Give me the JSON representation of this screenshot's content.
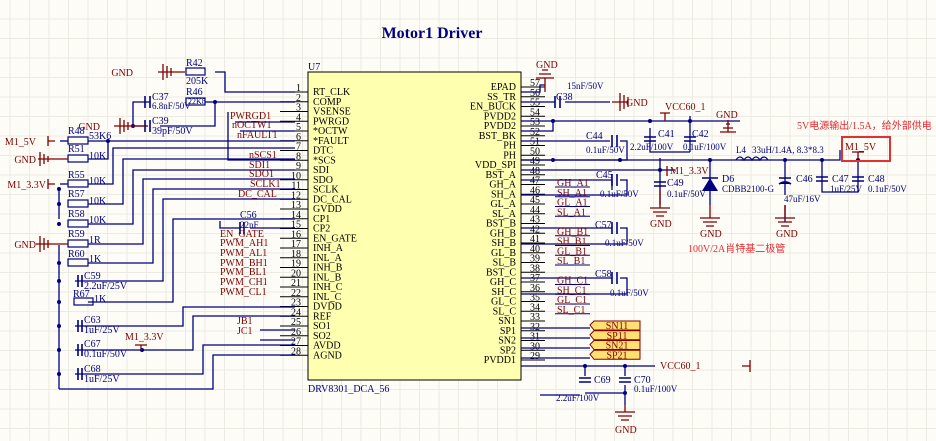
{
  "title": "Motor1 Driver",
  "ic": {
    "designator": "U7",
    "part": "DRV8301_DCA_56",
    "left_pins": [
      {
        "num": "1",
        "name": "RT_CLK"
      },
      {
        "num": "2",
        "name": "COMP"
      },
      {
        "num": "3",
        "name": "VSENSE"
      },
      {
        "num": "4",
        "name": "PWRGD"
      },
      {
        "num": "5",
        "name": "*OCTW"
      },
      {
        "num": "6",
        "name": "*FAULT"
      },
      {
        "num": "7",
        "name": "DTC"
      },
      {
        "num": "8",
        "name": "*SCS"
      },
      {
        "num": "9",
        "name": "SDI"
      },
      {
        "num": "10",
        "name": "SDO"
      },
      {
        "num": "11",
        "name": "SCLK"
      },
      {
        "num": "12",
        "name": "DC_CAL"
      },
      {
        "num": "13",
        "name": "GVDD"
      },
      {
        "num": "14",
        "name": "CP1"
      },
      {
        "num": "15",
        "name": "CP2"
      },
      {
        "num": "16",
        "name": "EN_GATE"
      },
      {
        "num": "17",
        "name": "INH_A"
      },
      {
        "num": "18",
        "name": "INL_A"
      },
      {
        "num": "19",
        "name": "INH_B"
      },
      {
        "num": "20",
        "name": "INL_B"
      },
      {
        "num": "21",
        "name": "INH_C"
      },
      {
        "num": "22",
        "name": "INL_C"
      },
      {
        "num": "23",
        "name": "DVDD"
      },
      {
        "num": "24",
        "name": "REF"
      },
      {
        "num": "25",
        "name": "SO1"
      },
      {
        "num": "26",
        "name": "SO2"
      },
      {
        "num": "27",
        "name": "AVDD"
      },
      {
        "num": "28",
        "name": "AGND"
      }
    ],
    "right_pins": [
      {
        "num": "57",
        "name": "EPAD"
      },
      {
        "num": "56",
        "name": "SS_TR"
      },
      {
        "num": "55",
        "name": "EN_BUCK"
      },
      {
        "num": "54",
        "name": "PVDD2"
      },
      {
        "num": "53",
        "name": "PVDD2"
      },
      {
        "num": "52",
        "name": "BST_BK"
      },
      {
        "num": "51",
        "name": "PH"
      },
      {
        "num": "50",
        "name": "PH"
      },
      {
        "num": "49",
        "name": "VDD_SPI"
      },
      {
        "num": "48",
        "name": "BST_A"
      },
      {
        "num": "47",
        "name": "GH_A"
      },
      {
        "num": "46",
        "name": "SH_A"
      },
      {
        "num": "45",
        "name": "GL_A"
      },
      {
        "num": "44",
        "name": "SL_A"
      },
      {
        "num": "43",
        "name": "BST_B"
      },
      {
        "num": "42",
        "name": "GH_B"
      },
      {
        "num": "41",
        "name": "SH_B"
      },
      {
        "num": "40",
        "name": "GL_B"
      },
      {
        "num": "39",
        "name": "SL_B"
      },
      {
        "num": "38",
        "name": "BST_C"
      },
      {
        "num": "37",
        "name": "GH_C"
      },
      {
        "num": "36",
        "name": "SH_C"
      },
      {
        "num": "35",
        "name": "GL_C"
      },
      {
        "num": "34",
        "name": "SL_C"
      },
      {
        "num": "33",
        "name": "SN1"
      },
      {
        "num": "32",
        "name": "SP1"
      },
      {
        "num": "31",
        "name": "SN2"
      },
      {
        "num": "30",
        "name": "SP2"
      },
      {
        "num": "29",
        "name": "PVDD1"
      }
    ]
  },
  "left_net_labels": [
    "PWRGD1",
    "nOCTW1",
    "nFAULT1",
    "nSCS1",
    "SDI1",
    "SDO1",
    "SCLK1",
    "DC_CAL",
    "EN_GATE",
    "PWM_AH1",
    "PWM_AL1",
    "PWM_BH1",
    "PWM_BL1",
    "PWM_CH1",
    "PWM_CL1",
    "JB1",
    "JC1"
  ],
  "right_net_labels": [
    "GH_A1",
    "SH_A1",
    "GL_A1",
    "SL_A1",
    "GH_B1",
    "SH_B1",
    "GL_B1",
    "SL_B1",
    "GH_C1",
    "SH_C1",
    "GL_C1",
    "SL_C1"
  ],
  "ports": [
    "SN11",
    "SP11",
    "SN21",
    "SP21"
  ],
  "power": {
    "gnd": "GND",
    "m1_5v": "M1_5V",
    "m1_3v3": "M1_3.3V",
    "vcc60": "VCC60_1"
  },
  "components": {
    "R42": {
      "ref": "R42",
      "val": "205K"
    },
    "R46": {
      "ref": "R46",
      "val": "22K8"
    },
    "C37": {
      "ref": "C37",
      "val": "6.8nF/50V"
    },
    "C39": {
      "ref": "C39",
      "val": "39pF/50V"
    },
    "R48": {
      "ref": "R48",
      "val": "53K6"
    },
    "R51": {
      "ref": "R51",
      "val": "10K"
    },
    "R55": {
      "ref": "R55",
      "val": "10K"
    },
    "R57": {
      "ref": "R57",
      "val": "10K"
    },
    "R58": {
      "ref": "R58",
      "val": "10K"
    },
    "R59": {
      "ref": "R59",
      "val": "1R"
    },
    "R60": {
      "ref": "R60",
      "val": "1K"
    },
    "C59": {
      "ref": "C59",
      "val": "2.2uF/25V"
    },
    "R67": {
      "ref": "R67",
      "val": "1K"
    },
    "C63": {
      "ref": "C63",
      "val": "1uF/25V"
    },
    "C67": {
      "ref": "C67",
      "val": "0.1uF/50V"
    },
    "C68": {
      "ref": "C68",
      "val": "1uF/25V"
    },
    "C56": {
      "ref": "C56",
      "val": "22nF"
    },
    "C38": {
      "ref": "C38",
      "val": "15nF/50V"
    },
    "C44": {
      "ref": "C44",
      "val": "0.1uF/50V"
    },
    "C41": {
      "ref": "C41",
      "val": "2.2uF/100V"
    },
    "C42": {
      "ref": "C42",
      "val": "0.1uF/100V"
    },
    "C45": {
      "ref": "C45",
      "val": "0.1uF/50V"
    },
    "C49": {
      "ref": "C49",
      "val": "0.1uF/50V"
    },
    "C57": {
      "ref": "C57",
      "val": "0.1uF/50V"
    },
    "C58": {
      "ref": "C58",
      "val": "0.1uF/50V"
    },
    "L4": {
      "ref": "L4",
      "val": "33uH/1.4A, 8.3*8.3"
    },
    "D6": {
      "ref": "D6",
      "val": "CDBB2100-G"
    },
    "C46": {
      "ref": "C46",
      "val": "47uF/16V"
    },
    "C47": {
      "ref": "C47",
      "val": "1uF/25V"
    },
    "C48": {
      "ref": "C48",
      "val": "0.1uF/50V"
    },
    "C69": {
      "ref": "C69",
      "val": "2.2uF/100V"
    },
    "C70": {
      "ref": "C70",
      "val": "0.1uF/100V"
    }
  },
  "notes": {
    "output_note": "5V电源输出/1.5A，给外部供电",
    "diode_note": "100V/2A肖特基二极管"
  },
  "colors": {
    "wire": "#000080",
    "net": "#800000",
    "ic_fill": "#ffffb0",
    "note": "#e8282f",
    "highlight": "#e03030"
  }
}
